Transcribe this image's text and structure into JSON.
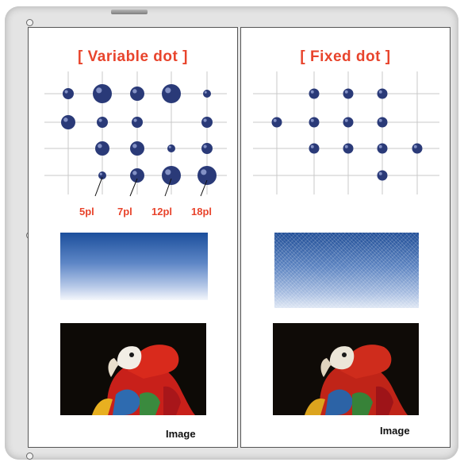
{
  "left_panel": {
    "title": "[ Variable dot ]",
    "size_labels": [
      "5pl",
      "7pl",
      "12pl",
      "18pl"
    ],
    "caption": "Image"
  },
  "right_panel": {
    "title": "[ Fixed dot ]",
    "caption": "Image"
  },
  "colors": {
    "accent": "#e8442c",
    "dot": "#2a3a78",
    "grid": "#c8c8c8"
  }
}
